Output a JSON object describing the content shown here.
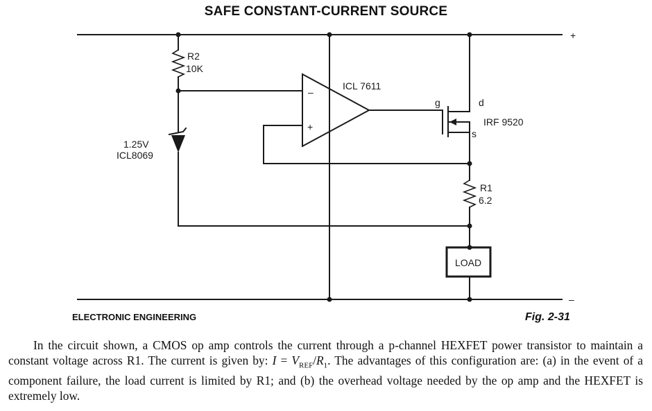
{
  "title": "SAFE CONSTANT-CURRENT SOURCE",
  "rails": {
    "positive": "+",
    "negative": "–"
  },
  "components": {
    "r2": {
      "name": "R2",
      "value": "10K"
    },
    "reference": {
      "voltage": "1.25V",
      "part": "ICL8069"
    },
    "opamp": {
      "part": "ICL 7611",
      "inverting": "–",
      "noninverting": "+"
    },
    "mosfet": {
      "gate": "g",
      "drain": "d",
      "source": "s",
      "part": "IRF 9520"
    },
    "r1": {
      "name": "R1",
      "value": "6.2"
    },
    "load": {
      "label": "LOAD"
    }
  },
  "credit": "ELECTRONIC ENGINEERING",
  "figure": "Fig. 2-31",
  "description": {
    "part1": "In the circuit shown, a CMOS op amp controls the current through a p-channel HEXFET power transistor to maintain a constant voltage across R1. The current is given by: ",
    "formula_i": "I",
    "formula_eq": " = ",
    "formula_v": "V",
    "formula_vsub": "REF",
    "formula_slash": "/",
    "formula_r": "R",
    "formula_rsub": "1",
    "part2": ". The advantages of this configuration are: (a) in the event of a component failure, the load current is limited by R1; and (b) the overhead voltage needed by the op amp and the HEXFET is extremely low."
  }
}
